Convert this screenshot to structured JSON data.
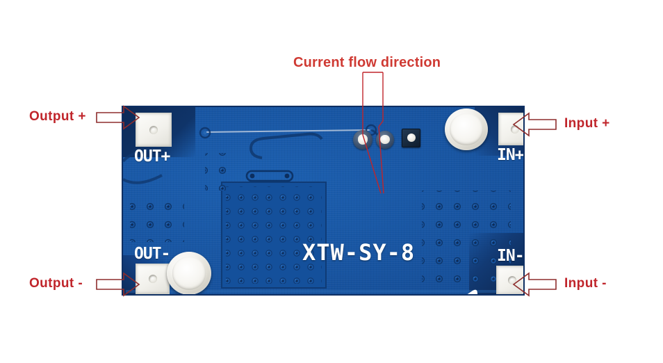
{
  "image": {
    "kind": "annotated-product-photo",
    "subject": "XTW-SY-8 DC-DC buck converter module",
    "background_color": "#ffffff",
    "board_color": "#17539f",
    "annotation_color": "#c0252b"
  },
  "annotations": {
    "title": {
      "text": "Current flow direction",
      "color": "#cf3a33"
    },
    "callouts": [
      {
        "id": "output-plus",
        "text": "Output +",
        "side": "left",
        "target": "OUT+ pad"
      },
      {
        "id": "input-plus",
        "text": "Input +",
        "side": "right",
        "target": "IN+ pad"
      },
      {
        "id": "output-minus",
        "text": "Output -",
        "side": "left",
        "target": "OUT- pad"
      },
      {
        "id": "input-minus",
        "text": "Input -",
        "side": "right",
        "target": "IN- pad"
      }
    ]
  },
  "board": {
    "silkscreen": {
      "out_plus": "OUT+",
      "in_plus": "IN+",
      "out_minus": "OUT-",
      "in_minus": "IN-",
      "part_number": "XTW-SY-8"
    },
    "pads": [
      {
        "name": "out-plus-pad",
        "label": "OUT+"
      },
      {
        "name": "in-plus-pad",
        "label": "IN+"
      },
      {
        "name": "out-minus-pad",
        "label": "OUT-"
      },
      {
        "name": "in-minus-pad",
        "label": "IN-"
      }
    ],
    "components": [
      {
        "name": "input-capacitor",
        "type": "electrolytic-capacitor"
      },
      {
        "name": "output-capacitor",
        "type": "electrolytic-capacitor"
      },
      {
        "name": "inductor",
        "type": "round-smd"
      },
      {
        "name": "diode",
        "type": "round-smd"
      },
      {
        "name": "regulator-ic",
        "type": "square-smd"
      },
      {
        "name": "thermal-via-array",
        "type": "via-grid"
      }
    ],
    "flow_arrow": {
      "name": "current-flow-arrow",
      "direction": "left",
      "color": "#ffffff"
    }
  }
}
